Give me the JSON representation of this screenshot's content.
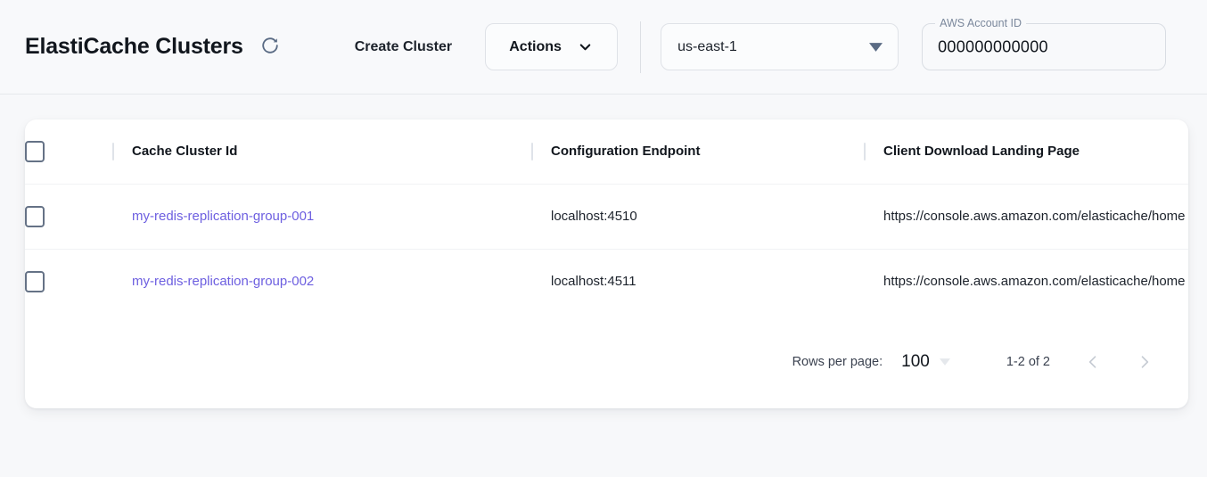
{
  "toolbar": {
    "title": "ElastiCache Clusters",
    "refresh_icon": "refresh-icon",
    "create_cluster_label": "Create Cluster",
    "actions_label": "Actions",
    "actions_chevron_icon": "chevron-down-icon",
    "region": {
      "value": "us-east-1",
      "caret_icon": "triangle-down-icon"
    },
    "account": {
      "label": "AWS Account ID",
      "value": "000000000000"
    }
  },
  "table": {
    "columns": [
      {
        "key": "check",
        "label": ""
      },
      {
        "key": "name",
        "label": "Cache Cluster Id"
      },
      {
        "key": "endpoint",
        "label": "Configuration Endpoint"
      },
      {
        "key": "landing",
        "label": "Client Download Landing Page"
      }
    ],
    "rows": [
      {
        "name": "my-redis-replication-group-001",
        "endpoint": "localhost:4510",
        "landing": "https://console.aws.amazon.com/elasticache/home"
      },
      {
        "name": "my-redis-replication-group-002",
        "endpoint": "localhost:4511",
        "landing": "https://console.aws.amazon.com/elasticache/home"
      }
    ]
  },
  "pagination": {
    "rows_per_page_label": "Rows per page:",
    "rows_per_page_value": "100",
    "rows_per_page_caret_icon": "triangle-down-icon",
    "range_label": "1-2 of 2",
    "prev_icon": "chevron-left-icon",
    "next_icon": "chevron-right-icon"
  },
  "colors": {
    "link": "#6d5fe0",
    "page_bg": "#f7f8fa",
    "toolbar_bg": "#f8f9fb"
  }
}
